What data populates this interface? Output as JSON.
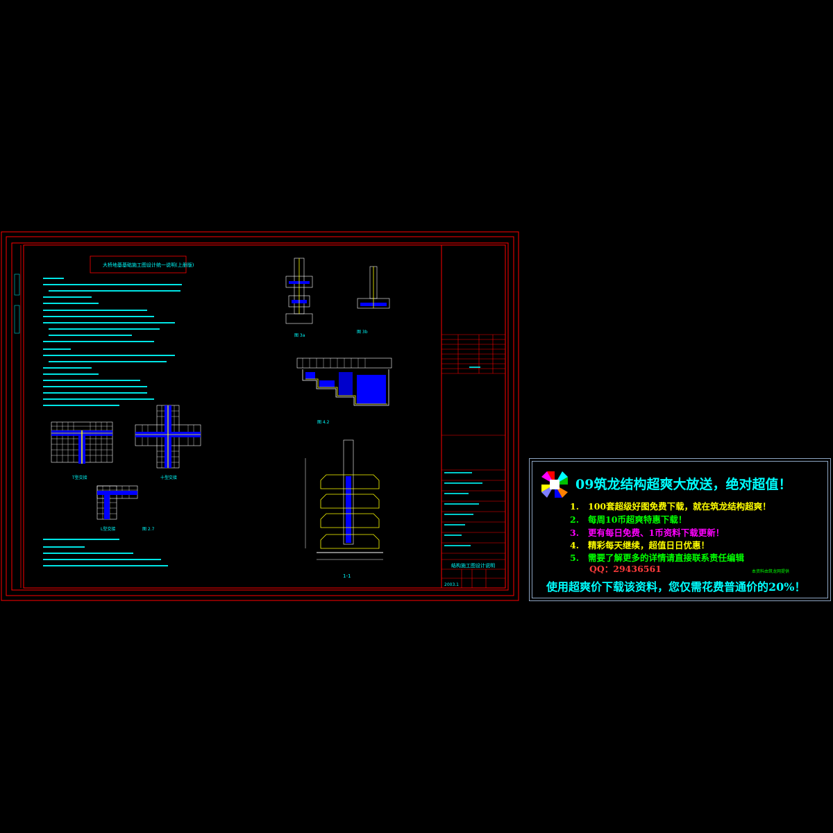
{
  "drawing": {
    "title": "大桥地基基础施工图设计统一说明(上册版)",
    "detail_labels": [
      "图 3a",
      "图 3b",
      "图 4.2",
      "图 2.7",
      "1-1"
    ],
    "joint_labels": [
      "T型交接",
      "十型交接",
      "L型交接"
    ],
    "titleblock": {
      "drawing_name": "结构施工图设计说明",
      "date": "2003.1"
    },
    "colors": {
      "frame": "#ff0000",
      "text": "#00ffff",
      "rebar": "#ffffff",
      "fill": "#0000ff",
      "footing": "#ffff00"
    }
  },
  "promo": {
    "title": "09筑龙结构超爽大放送，绝对超值！",
    "items": [
      {
        "num": "1.",
        "text": "100套超级好图免费下载，就在筑龙结构超爽！",
        "color": "#ffff00"
      },
      {
        "num": "2.",
        "text": "每周10币超爽特惠下载！",
        "color": "#00ff00"
      },
      {
        "num": "3.",
        "text": "更有每日免费、1币资料下载更新！",
        "color": "#ff00ff"
      },
      {
        "num": "4.",
        "text": "精彩每天继续，超值日日优惠！",
        "color": "#ffff00"
      },
      {
        "num": "5.",
        "text": "需要了解更多的详情请直接联系责任编辑",
        "color": "#00ff00"
      }
    ],
    "qq": "QQ：29436561",
    "site_note": "本资料由筑龙网提供",
    "footer": "使用超爽价下载该资料，您仅需花费普通价的20%！",
    "logo_icon": "pinwheel-logo-icon"
  }
}
